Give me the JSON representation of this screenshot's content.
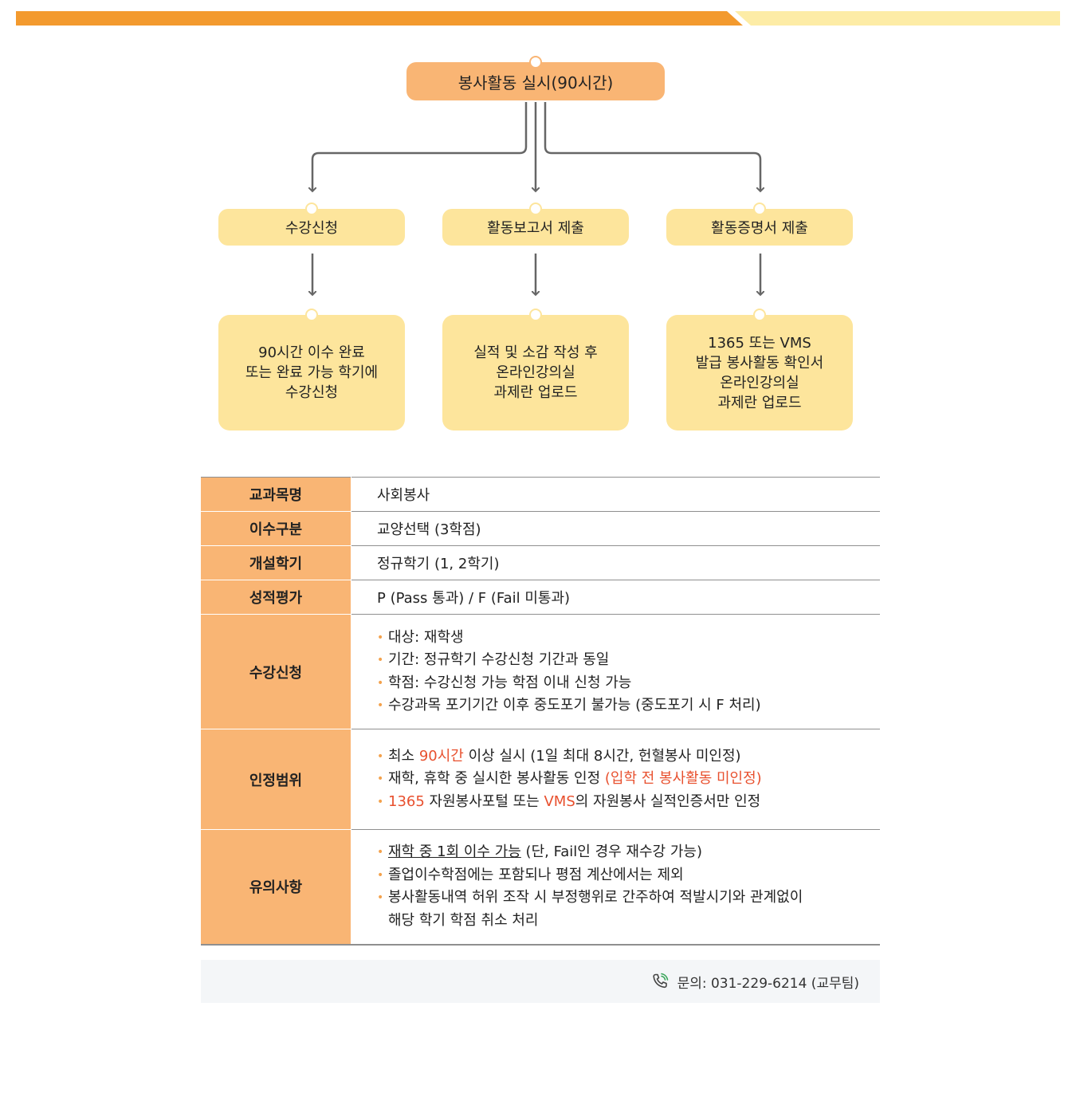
{
  "flow": {
    "root": "봉사활동 실시(90시간)",
    "steps": [
      "수강신청",
      "활동보고서 제출",
      "활동증명서 제출"
    ],
    "details": [
      "90시간 이수 완료\n또는 완료 가능 학기에\n수강신청",
      "실적 및 소감 작성 후\n온라인강의실\n과제란 업로드",
      "1365 또는 VMS\n발급 봉사활동 확인서\n온라인강의실\n과제란 업로드"
    ]
  },
  "table": {
    "course_name_label": "교과목명",
    "course_name": "사회봉사",
    "category_label": "이수구분",
    "category": "교양선택 (3학점)",
    "semester_label": "개설학기",
    "semester": "정규학기 (1, 2학기)",
    "grading_label": "성적평가",
    "grading": "P (Pass 통과) / F (Fail 미통과)",
    "apply_label": "수강신청",
    "apply_items": [
      "대상: 재학생",
      "기간: 정규학기 수강신청 기간과 동일",
      "학점: 수강신청 가능 학점 이내 신청 가능",
      "수강과목 포기기간 이후 중도포기 불가능 (중도포기 시 F 처리)"
    ],
    "scope_label": "인정범위",
    "scope": {
      "item1_pre": "최소 ",
      "item1_hl": "90시간",
      "item1_post": " 이상 실시 (1일 최대 8시간, 헌혈봉사 미인정)",
      "item2_pre": "재학, 휴학 중 실시한 봉사활동 인정 ",
      "item2_hl": "(입학 전 봉사활동 미인정)",
      "item3_hl1": "1365",
      "item3_mid": " 자원봉사포털 또는 ",
      "item3_hl2": "VMS",
      "item3_post": "의 자원봉사 실적인증서만 인정"
    },
    "notes_label": "유의사항",
    "notes": {
      "item1_ul": "재학 중 1회 이수 가능",
      "item1_post": " (단, Fail인 경우 재수강 가능)",
      "item2": "졸업이수학점에는 포함되나 평점 계산에서는 제외",
      "item3_line1": "봉사활동내역 허위 조작 시 부정행위로 간주하여 적발시기와 관계없이",
      "item3_line2": "해당 학기 학점 취소 처리"
    }
  },
  "contact": {
    "icon": "phone-icon",
    "text": "문의: 031-229-6214 (교무팀)"
  },
  "colors": {
    "orange_bar": "#f39a2e",
    "yellow_bar": "#fdeca6",
    "root_box": "#f9b574",
    "step_box": "#fde59c",
    "highlight": "#e8502e",
    "arrow": "#666666"
  }
}
